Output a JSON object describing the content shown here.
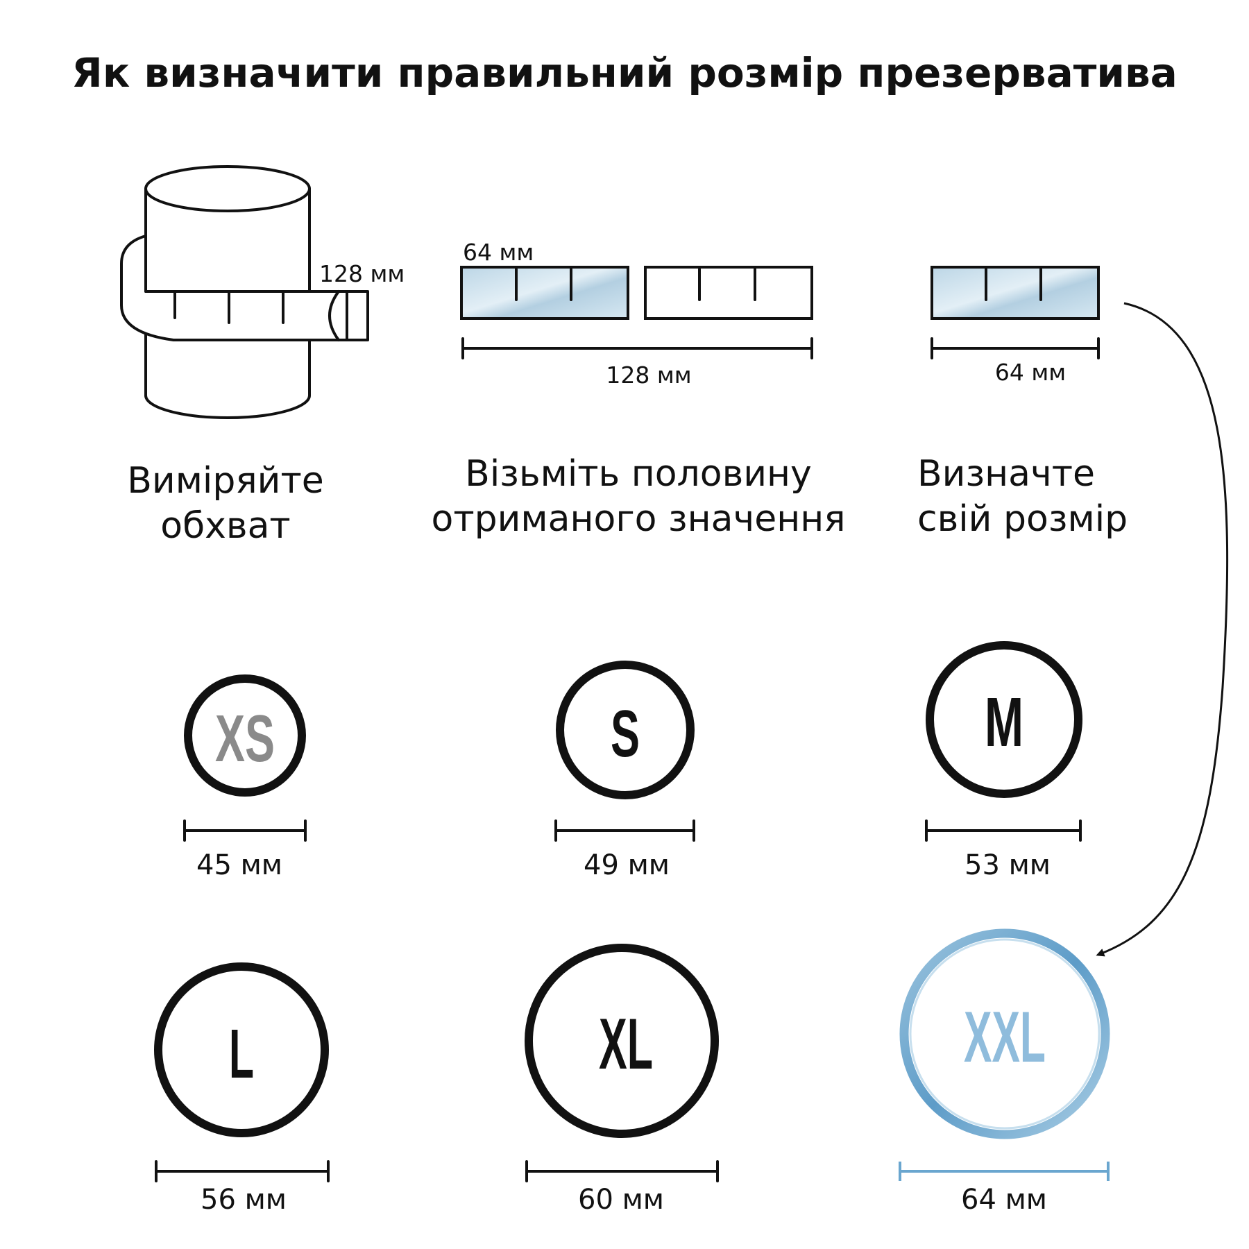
{
  "title": "Як визначити правильний розмір презерватива",
  "steps": [
    {
      "line1": "Виміряйте",
      "line2": "обхват",
      "measure": "128 мм"
    },
    {
      "line1": "Візьміть половину",
      "line2": "отриманого значення",
      "half_label": "64 мм",
      "total_label": "128 мм"
    },
    {
      "line1": "Визначте",
      "line2": "свій розмір",
      "measure": "64 мм"
    }
  ],
  "sizes": [
    {
      "label": "XS",
      "value": "45 мм"
    },
    {
      "label": "S",
      "value": "49 мм"
    },
    {
      "label": "M",
      "value": "53 мм"
    },
    {
      "label": "L",
      "value": "56 мм"
    },
    {
      "label": "XL",
      "value": "60 мм"
    },
    {
      "label": "XXL",
      "value": "64 мм",
      "highlighted": true
    }
  ],
  "colors": {
    "ink": "#111111",
    "highlight": "#6aa6cf",
    "highlight_fill": "#cfe3ef",
    "xs_text": "#8a8a8a"
  }
}
